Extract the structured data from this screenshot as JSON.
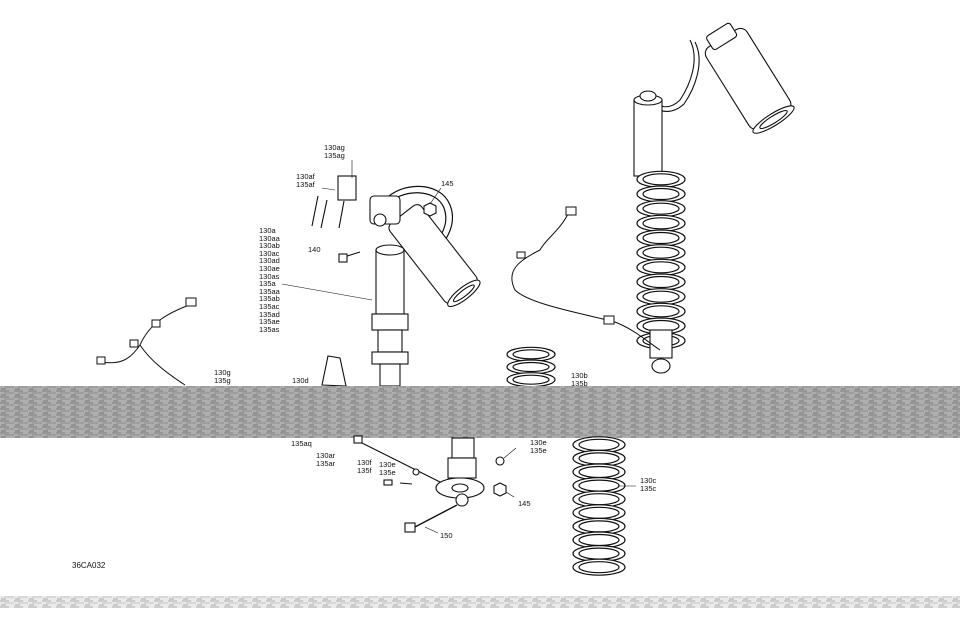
{
  "diagram": {
    "reference": "36CA032",
    "callouts": {
      "c130ag": [
        "130ag",
        "135ag"
      ],
      "c130af": [
        "130af",
        "135af"
      ],
      "c145_top": [
        "145"
      ],
      "c140": [
        "140"
      ],
      "c130a_list": [
        "130a",
        "130aa",
        "130ab",
        "130ac",
        "130ad",
        "130ae",
        "130as",
        "135a",
        "135aa",
        "135ab",
        "135ac",
        "135ad",
        "135ae",
        "135as"
      ],
      "c130g": [
        "130g",
        "135g"
      ],
      "c130d": [
        "130d"
      ],
      "c130b": [
        "130b",
        "135b"
      ],
      "c135aq": [
        "135aq"
      ],
      "c130ar": [
        "130ar",
        "135ar"
      ],
      "c130f": [
        "130f",
        "135f"
      ],
      "c130e_mid": [
        "130e",
        "135e"
      ],
      "c130e_right": [
        "130e",
        "135e"
      ],
      "c145_bottom": [
        "145"
      ],
      "c150": [
        "150"
      ],
      "c130c": [
        "130c",
        "135c"
      ]
    }
  }
}
